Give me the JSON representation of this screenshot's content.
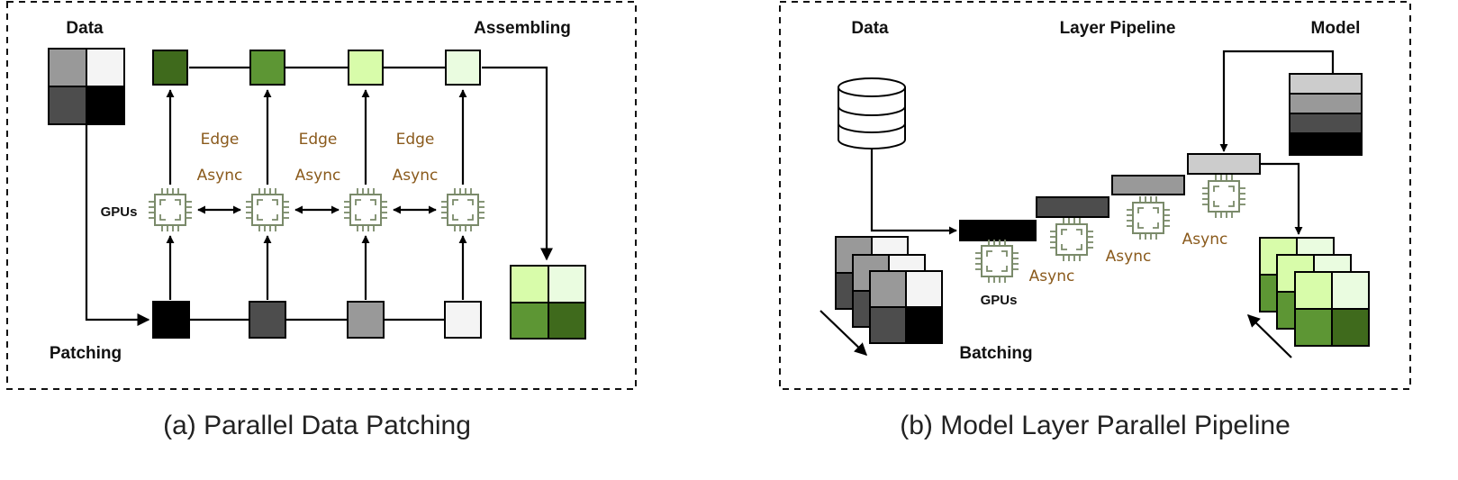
{
  "panel_a": {
    "data_label": "Data",
    "assembling_label": "Assembling",
    "patching_label": "Patching",
    "gpus_label": "GPUs",
    "edge_label": "Edge",
    "async_label": "Async",
    "caption": "(a) Parallel Data Patching",
    "input_colors": [
      "#999999",
      "#f4f4f4",
      "#4d4d4d",
      "#000000"
    ],
    "patch_colors": [
      "#000000",
      "#4d4d4d",
      "#999999",
      "#f4f4f4"
    ],
    "output_colors": [
      "#3f6a1c",
      "#5d9634",
      "#d8fcaa",
      "#eafce0"
    ],
    "assembled_colors": [
      "#d8fcaa",
      "#eafce0",
      "#5d9634",
      "#3f6a1c"
    ]
  },
  "panel_b": {
    "data_label": "Data",
    "layer_pipeline_label": "Layer Pipeline",
    "model_label": "Model",
    "gpus_label": "GPUs",
    "async_label": "Async",
    "batching_label": "Batching",
    "caption": "(b) Model Layer Parallel Pipeline",
    "layer_colors": [
      "#000000",
      "#4d4d4d",
      "#999999",
      "#cccccc"
    ],
    "model_colors": [
      "#cccccc",
      "#999999",
      "#4d4d4d",
      "#000000"
    ]
  },
  "colors": {
    "gpu_chip": "#7a8a6a",
    "async_text": "#8a5a1c"
  }
}
